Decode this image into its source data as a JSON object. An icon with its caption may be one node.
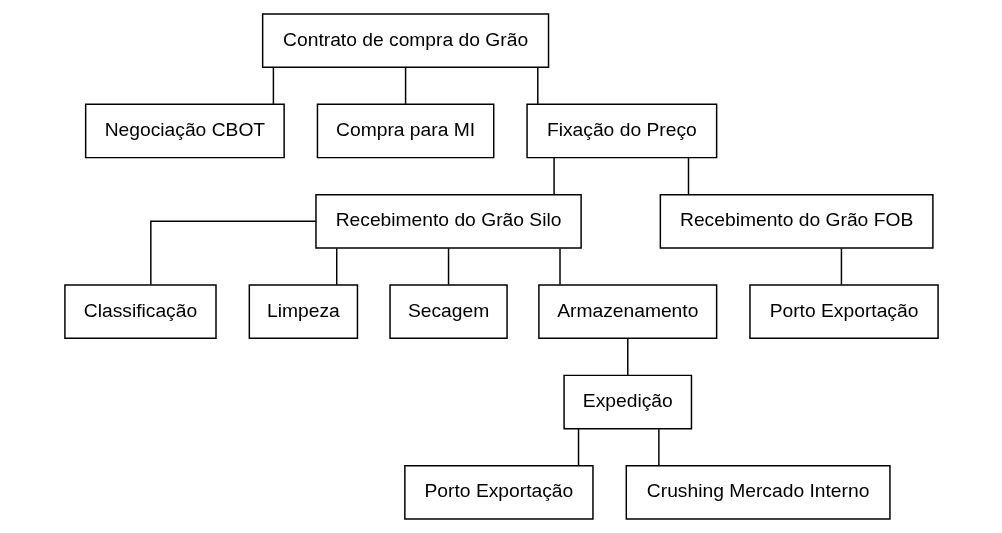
{
  "diagram": {
    "nodes": [
      {
        "text": [
          "Contrato de compra do Grão"
        ]
      },
      {
        "text": [
          "Negociação CBOT"
        ]
      },
      {
        "text": [
          "Compra para MI"
        ]
      },
      {
        "text": [
          "Fixação do Preço"
        ]
      },
      {
        "text": [
          "Recebimento do Grão Silo"
        ]
      },
      {
        "text": [
          "Recebimento do Grão FOB"
        ]
      },
      {
        "text": [
          "Classificação"
        ]
      },
      {
        "text": [
          "Limpeza"
        ]
      },
      {
        "text": [
          "Secagem"
        ]
      },
      {
        "text": [
          "Armazenamento"
        ]
      },
      {
        "text": [
          "Porto Exportação"
        ]
      },
      {
        "text": [
          "Expedição"
        ]
      },
      {
        "text": [
          "Porto Exportação"
        ]
      },
      {
        "text": [
          "Crushing Mercado Interno"
        ]
      }
    ],
    "edges": [
      {
        "from": 0,
        "to": 1,
        "arrow": "none"
      },
      {
        "from": 0,
        "to": 2,
        "arrow": "none"
      },
      {
        "from": 0,
        "to": 3,
        "arrow": "none"
      },
      {
        "from": 3,
        "to": 4,
        "arrow": "none"
      },
      {
        "from": 3,
        "to": 5,
        "arrow": "none"
      },
      {
        "from": 4,
        "to": 6,
        "arrow": "none"
      },
      {
        "from": 4,
        "to": 7,
        "arrow": "none"
      },
      {
        "from": 4,
        "to": 8,
        "arrow": "none"
      },
      {
        "from": 4,
        "to": 9,
        "arrow": "none"
      },
      {
        "from": 5,
        "to": 10,
        "arrow": "none"
      },
      {
        "from": 9,
        "to": 11,
        "arrow": "none"
      },
      {
        "from": 11,
        "to": 12,
        "arrow": "none"
      },
      {
        "from": 11,
        "to": 13,
        "arrow": "none"
      }
    ]
  }
}
